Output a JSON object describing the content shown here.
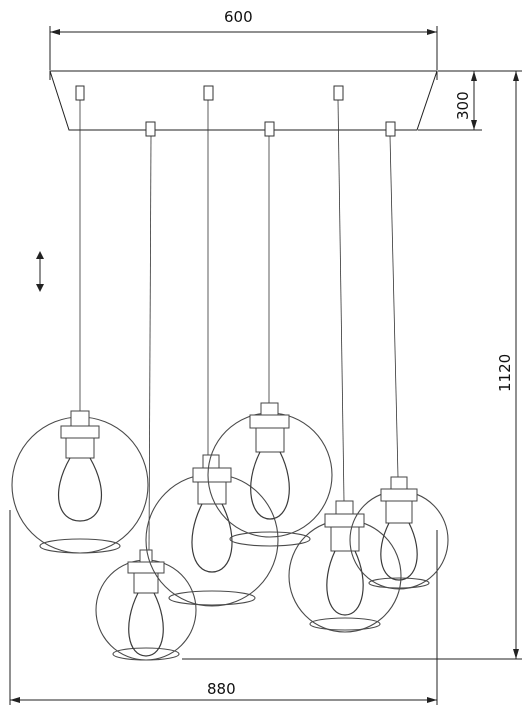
{
  "dimensions": {
    "top_width": "600",
    "canopy_height": "300",
    "total_height": "1120",
    "bottom_width": "880"
  },
  "icons": {
    "adjust": "vertical-adjust-arrows-icon"
  }
}
